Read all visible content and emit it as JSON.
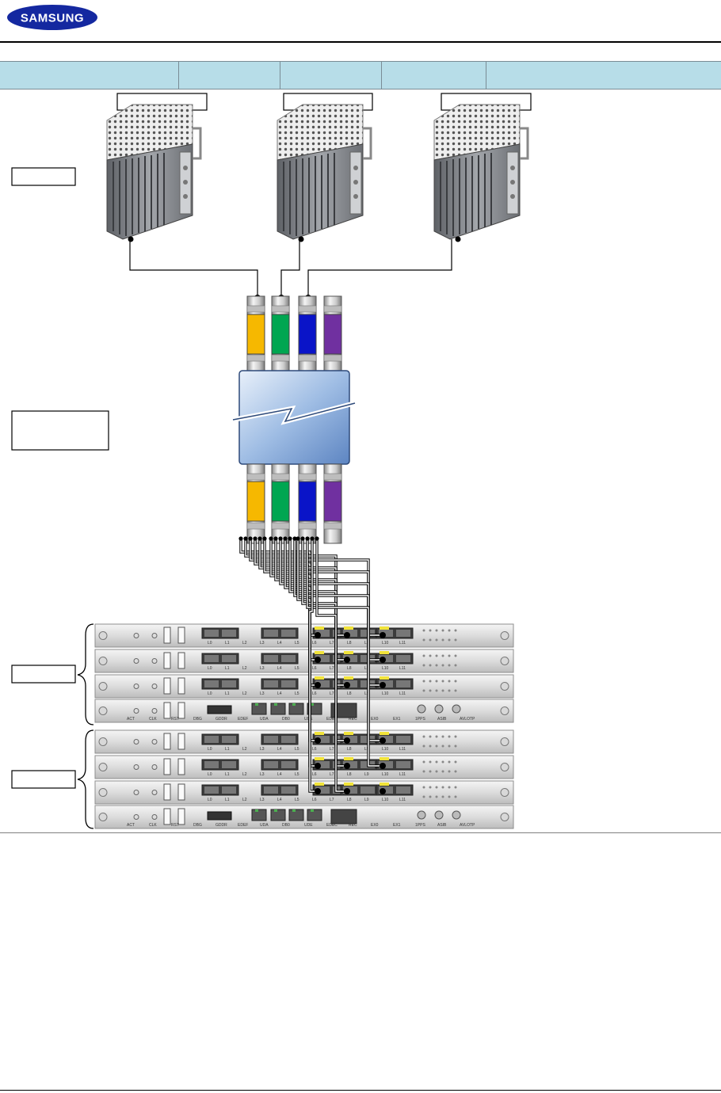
{
  "brand": {
    "logo_text": "SAMSUNG",
    "logo_color": "#1428a0"
  },
  "header_bar": {
    "cells": [
      "",
      "",
      "",
      "",
      ""
    ],
    "fill_color": "#b7dde8"
  },
  "labels": {
    "rrh_top_1": "",
    "rrh_top_2": "",
    "rrh_top_3": "",
    "rrh_side": "",
    "mux_side": "",
    "shelf_1_side": "",
    "shelf_2_side": ""
  },
  "mux_filter_colors": [
    "#f6b800",
    "#00a651",
    "#0a14c8",
    "#7030a0"
  ],
  "diagram": {
    "radio_unit_count": 3,
    "mux_channel_count": 4,
    "shelf_count": 2,
    "rows_per_shelf": 4
  },
  "panel_port_labels": {
    "row_a": [
      "L0",
      "L1",
      "L2",
      "L3",
      "L4",
      "L5",
      "L6",
      "L7",
      "L8",
      "L9",
      "L10",
      "L11"
    ],
    "row_b": [
      "ACT",
      "RST",
      "DEBUG",
      "DEBUG"
    ],
    "control_row": [
      "ACT",
      "CLK",
      "RST",
      "DBG",
      "GDDR",
      "EDEF",
      "UDA",
      "DB0",
      "UDE",
      "EDEC",
      "REC",
      "EX0",
      "EX1",
      "1PPS",
      "ASIB",
      "AVLOTP"
    ]
  }
}
